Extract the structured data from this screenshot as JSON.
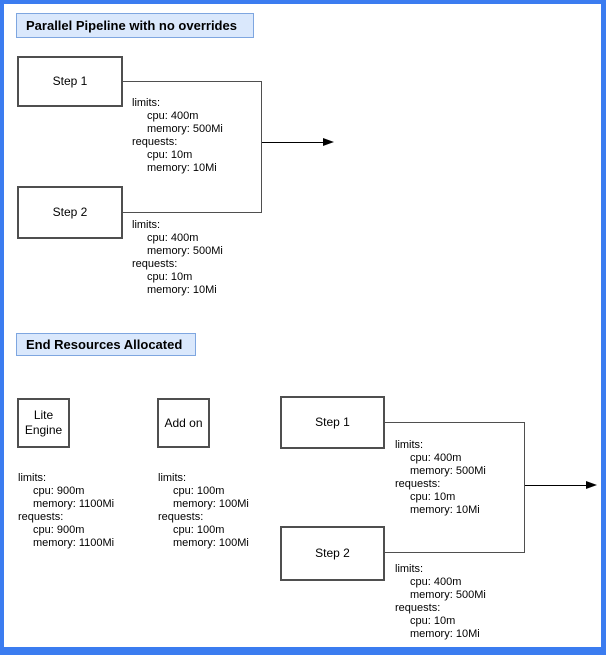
{
  "colors": {
    "frame": "#3b7cf0",
    "title_fill": "#dae8fc",
    "title_border": "#7ea6e0",
    "shape_border": "#4f4f4f",
    "connector": "#000000"
  },
  "titles": {
    "parallel": "Parallel Pipeline with no overrides",
    "end": "End Resources Allocated"
  },
  "nodes": {
    "parallel_step1": "Step 1",
    "parallel_step2": "Step 2",
    "lite_engine_line1": "Lite",
    "lite_engine_line2": "Engine",
    "add_on": "Add on",
    "end_step1": "Step 1",
    "end_step2": "Step 2"
  },
  "resources": {
    "parallel_step1": [
      "limits:",
      "cpu: 400m",
      "memory: 500Mi",
      "requests:",
      "cpu: 10m",
      "memory: 10Mi"
    ],
    "parallel_step2": [
      "limits:",
      "cpu: 400m",
      "memory: 500Mi",
      "requests:",
      "cpu: 10m",
      "memory: 10Mi"
    ],
    "lite_engine": [
      "limits:",
      "cpu: 900m",
      "memory: 1100Mi",
      "requests:",
      "cpu: 900m",
      "memory: 1100Mi"
    ],
    "add_on": [
      "limits:",
      "cpu: 100m",
      "memory: 100Mi",
      "requests:",
      "cpu: 100m",
      "memory: 100Mi"
    ],
    "end_step1": [
      "limits:",
      "cpu: 400m",
      "memory: 500Mi",
      "requests:",
      "cpu: 10m",
      "memory: 10Mi"
    ],
    "end_step2": [
      "limits:",
      "cpu: 400m",
      "memory: 500Mi",
      "requests:",
      "cpu: 10m",
      "memory: 10Mi"
    ]
  }
}
